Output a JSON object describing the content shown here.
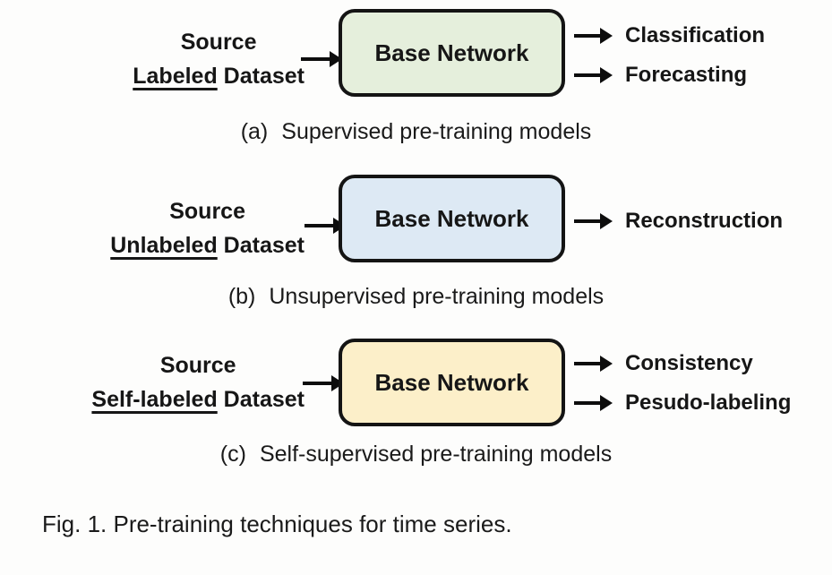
{
  "figure": {
    "caption": "Fig. 1. Pre-training techniques for time series.",
    "panels": [
      {
        "label": "(a)",
        "caption": "Supervised pre-training models",
        "source": {
          "line1": "Source",
          "underlined": "Labeled",
          "rest": " Dataset"
        },
        "box": {
          "label": "Base Network",
          "fill": "#e5efdc"
        },
        "outputs": [
          "Classification",
          "Forecasting"
        ]
      },
      {
        "label": "(b)",
        "caption": "Unsupervised pre-training models",
        "source": {
          "line1": "Source",
          "underlined": "Unlabeled",
          "rest": " Dataset"
        },
        "box": {
          "label": "Base Network",
          "fill": "#dde9f4"
        },
        "outputs": [
          "Reconstruction"
        ]
      },
      {
        "label": "(c)",
        "caption": "Self-supervised pre-training models",
        "source": {
          "line1": "Source",
          "underlined": "Self-labeled",
          "rest": " Dataset"
        },
        "box": {
          "label": "Base Network",
          "fill": "#fcefc9"
        },
        "outputs": [
          "Consistency",
          "Pesudo-labeling"
        ]
      }
    ],
    "colors": {
      "arrow": "#0d0d0d",
      "box_border": "#141414",
      "text": "#161616",
      "background": "#fdfdfc"
    }
  }
}
